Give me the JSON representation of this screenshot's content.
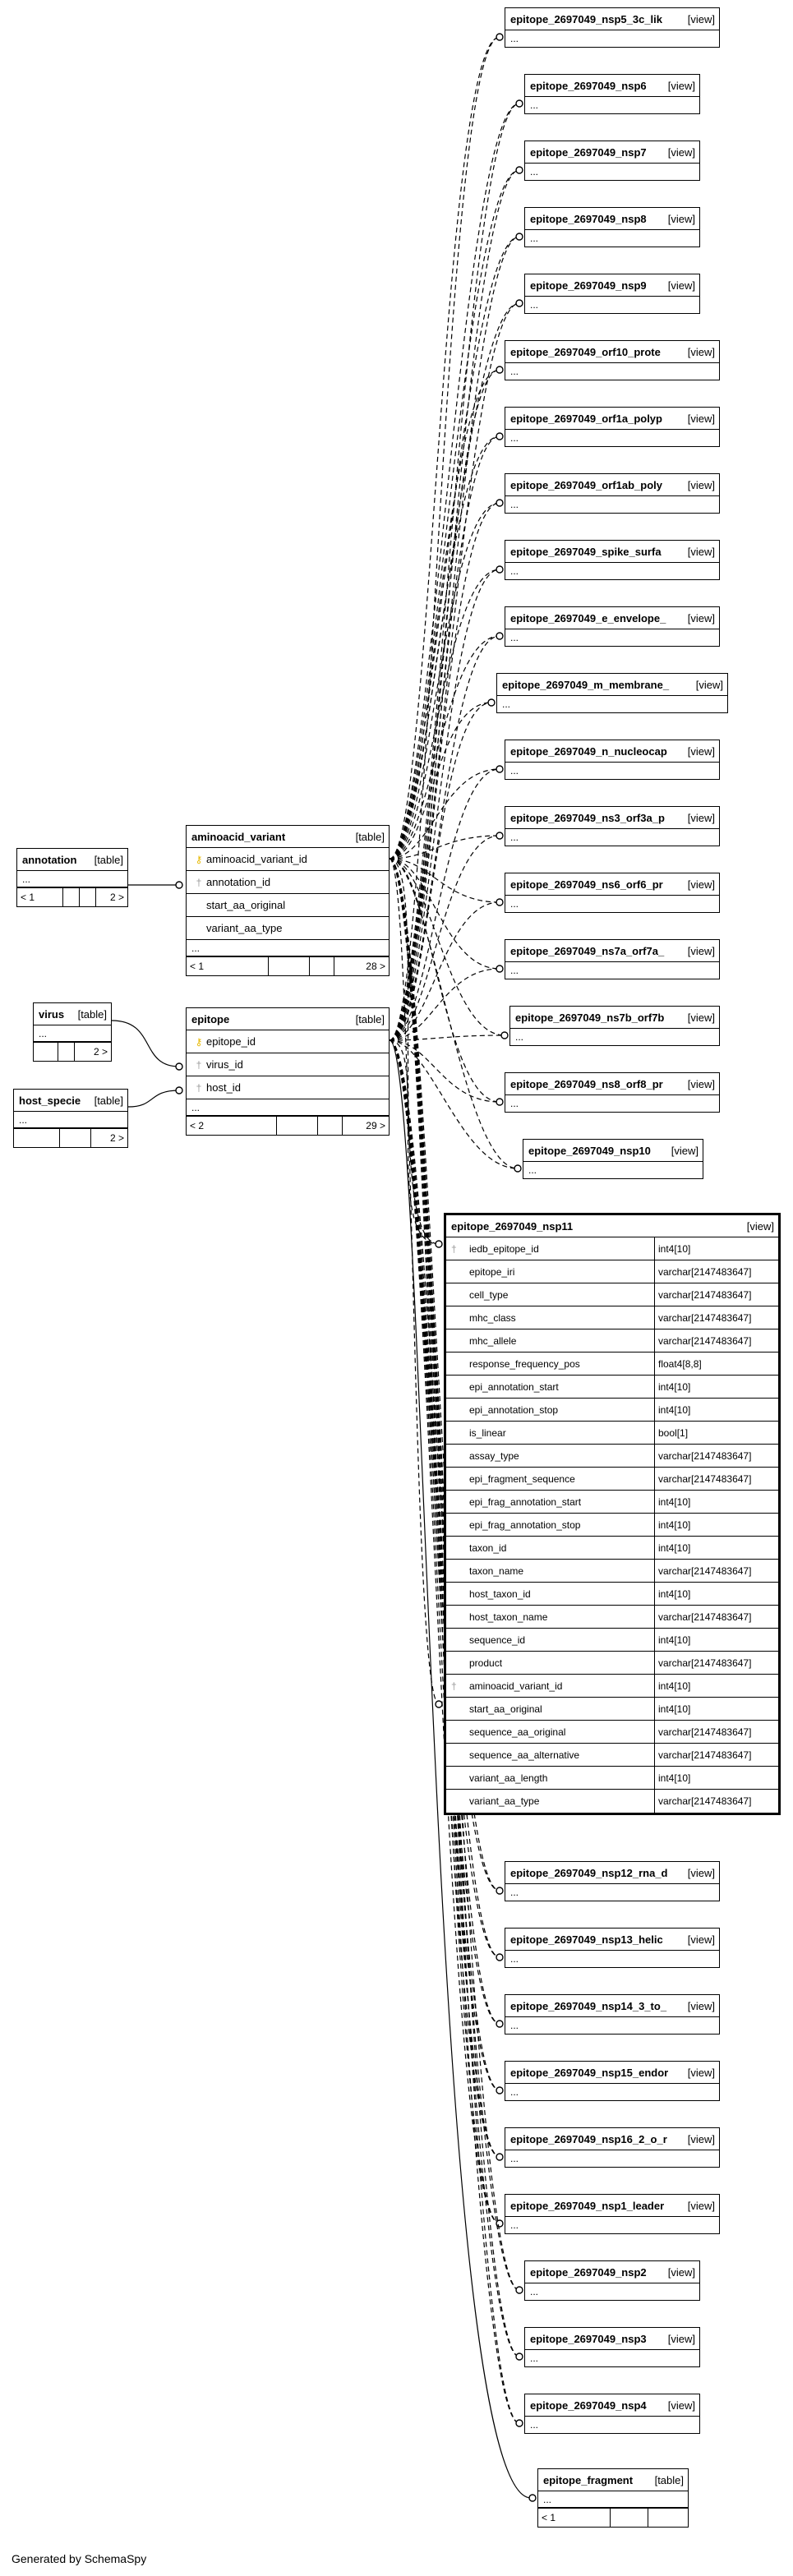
{
  "footer_text": "Generated by SchemaSpy",
  "view_tag": "[view]",
  "table_tag": "[table]",
  "ellipsis": "...",
  "annotation": {
    "name": "annotation",
    "foot": [
      "< 1",
      "",
      "",
      "2 >"
    ]
  },
  "virus": {
    "name": "virus",
    "foot": [
      "",
      "",
      "2 >"
    ]
  },
  "host_specie": {
    "name": "host_specie",
    "foot": [
      "",
      "",
      "2 >"
    ]
  },
  "aminoacid_variant": {
    "name": "aminoacid_variant",
    "rows": [
      {
        "icon": "key-icon",
        "label": "aminoacid_variant_id"
      },
      {
        "icon": "fk-icon",
        "label": "annotation_id"
      },
      {
        "icon": "",
        "label": "start_aa_original"
      },
      {
        "icon": "",
        "label": "variant_aa_type"
      }
    ],
    "foot": [
      "< 1",
      "",
      "",
      "28 >"
    ]
  },
  "epitope": {
    "name": "epitope",
    "rows": [
      {
        "icon": "key-icon",
        "label": "epitope_id"
      },
      {
        "icon": "fk-icon",
        "label": "virus_id"
      },
      {
        "icon": "fk-icon",
        "label": "host_id"
      }
    ],
    "foot": [
      "< 2",
      "",
      "",
      "29 >"
    ]
  },
  "epitope_fragment": {
    "name": "epitope_fragment",
    "foot": [
      "< 1",
      "",
      ""
    ]
  },
  "views": [
    {
      "name": "epitope_2697049_nsp5_3c_lik"
    },
    {
      "name": "epitope_2697049_nsp6"
    },
    {
      "name": "epitope_2697049_nsp7"
    },
    {
      "name": "epitope_2697049_nsp8"
    },
    {
      "name": "epitope_2697049_nsp9"
    },
    {
      "name": "epitope_2697049_orf10_prote"
    },
    {
      "name": "epitope_2697049_orf1a_polyp"
    },
    {
      "name": "epitope_2697049_orf1ab_poly"
    },
    {
      "name": "epitope_2697049_spike_surfa"
    },
    {
      "name": "epitope_2697049_e_envelope_"
    },
    {
      "name": "epitope_2697049_m_membrane_"
    },
    {
      "name": "epitope_2697049_n_nucleocap"
    },
    {
      "name": "epitope_2697049_ns3_orf3a_p"
    },
    {
      "name": "epitope_2697049_ns6_orf6_pr"
    },
    {
      "name": "epitope_2697049_ns7a_orf7a_"
    },
    {
      "name": "epitope_2697049_ns7b_orf7b"
    },
    {
      "name": "epitope_2697049_ns8_orf8_pr"
    },
    {
      "name": "epitope_2697049_nsp10"
    },
    {
      "name": "epitope_2697049_nsp12_rna_d"
    },
    {
      "name": "epitope_2697049_nsp13_helic"
    },
    {
      "name": "epitope_2697049_nsp14_3_to_"
    },
    {
      "name": "epitope_2697049_nsp15_endor"
    },
    {
      "name": "epitope_2697049_nsp16_2_o_r"
    },
    {
      "name": "epitope_2697049_nsp1_leader"
    },
    {
      "name": "epitope_2697049_nsp2"
    },
    {
      "name": "epitope_2697049_nsp3"
    },
    {
      "name": "epitope_2697049_nsp4"
    }
  ],
  "nsp11": {
    "name": "epitope_2697049_nsp11",
    "columns": [
      {
        "icon": "fk-icon",
        "name": "iedb_epitope_id",
        "type": "int4[10]"
      },
      {
        "icon": "",
        "name": "epitope_iri",
        "type": "varchar[2147483647]"
      },
      {
        "icon": "",
        "name": "cell_type",
        "type": "varchar[2147483647]"
      },
      {
        "icon": "",
        "name": "mhc_class",
        "type": "varchar[2147483647]"
      },
      {
        "icon": "",
        "name": "mhc_allele",
        "type": "varchar[2147483647]"
      },
      {
        "icon": "",
        "name": "response_frequency_pos",
        "type": "float4[8,8]"
      },
      {
        "icon": "",
        "name": "epi_annotation_start",
        "type": "int4[10]"
      },
      {
        "icon": "",
        "name": "epi_annotation_stop",
        "type": "int4[10]"
      },
      {
        "icon": "",
        "name": "is_linear",
        "type": "bool[1]"
      },
      {
        "icon": "",
        "name": "assay_type",
        "type": "varchar[2147483647]"
      },
      {
        "icon": "",
        "name": "epi_fragment_sequence",
        "type": "varchar[2147483647]"
      },
      {
        "icon": "",
        "name": "epi_frag_annotation_start",
        "type": "int4[10]"
      },
      {
        "icon": "",
        "name": "epi_frag_annotation_stop",
        "type": "int4[10]"
      },
      {
        "icon": "",
        "name": "taxon_id",
        "type": "int4[10]"
      },
      {
        "icon": "",
        "name": "taxon_name",
        "type": "varchar[2147483647]"
      },
      {
        "icon": "",
        "name": "host_taxon_id",
        "type": "int4[10]"
      },
      {
        "icon": "",
        "name": "host_taxon_name",
        "type": "varchar[2147483647]"
      },
      {
        "icon": "",
        "name": "sequence_id",
        "type": "int4[10]"
      },
      {
        "icon": "",
        "name": "product",
        "type": "varchar[2147483647]"
      },
      {
        "icon": "fk-icon",
        "name": "aminoacid_variant_id",
        "type": "int4[10]"
      },
      {
        "icon": "",
        "name": "start_aa_original",
        "type": "int4[10]"
      },
      {
        "icon": "",
        "name": "sequence_aa_original",
        "type": "varchar[2147483647]"
      },
      {
        "icon": "",
        "name": "sequence_aa_alternative",
        "type": "varchar[2147483647]"
      },
      {
        "icon": "",
        "name": "variant_aa_length",
        "type": "int4[10]"
      },
      {
        "icon": "",
        "name": "variant_aa_type",
        "type": "varchar[2147483647]"
      }
    ]
  }
}
